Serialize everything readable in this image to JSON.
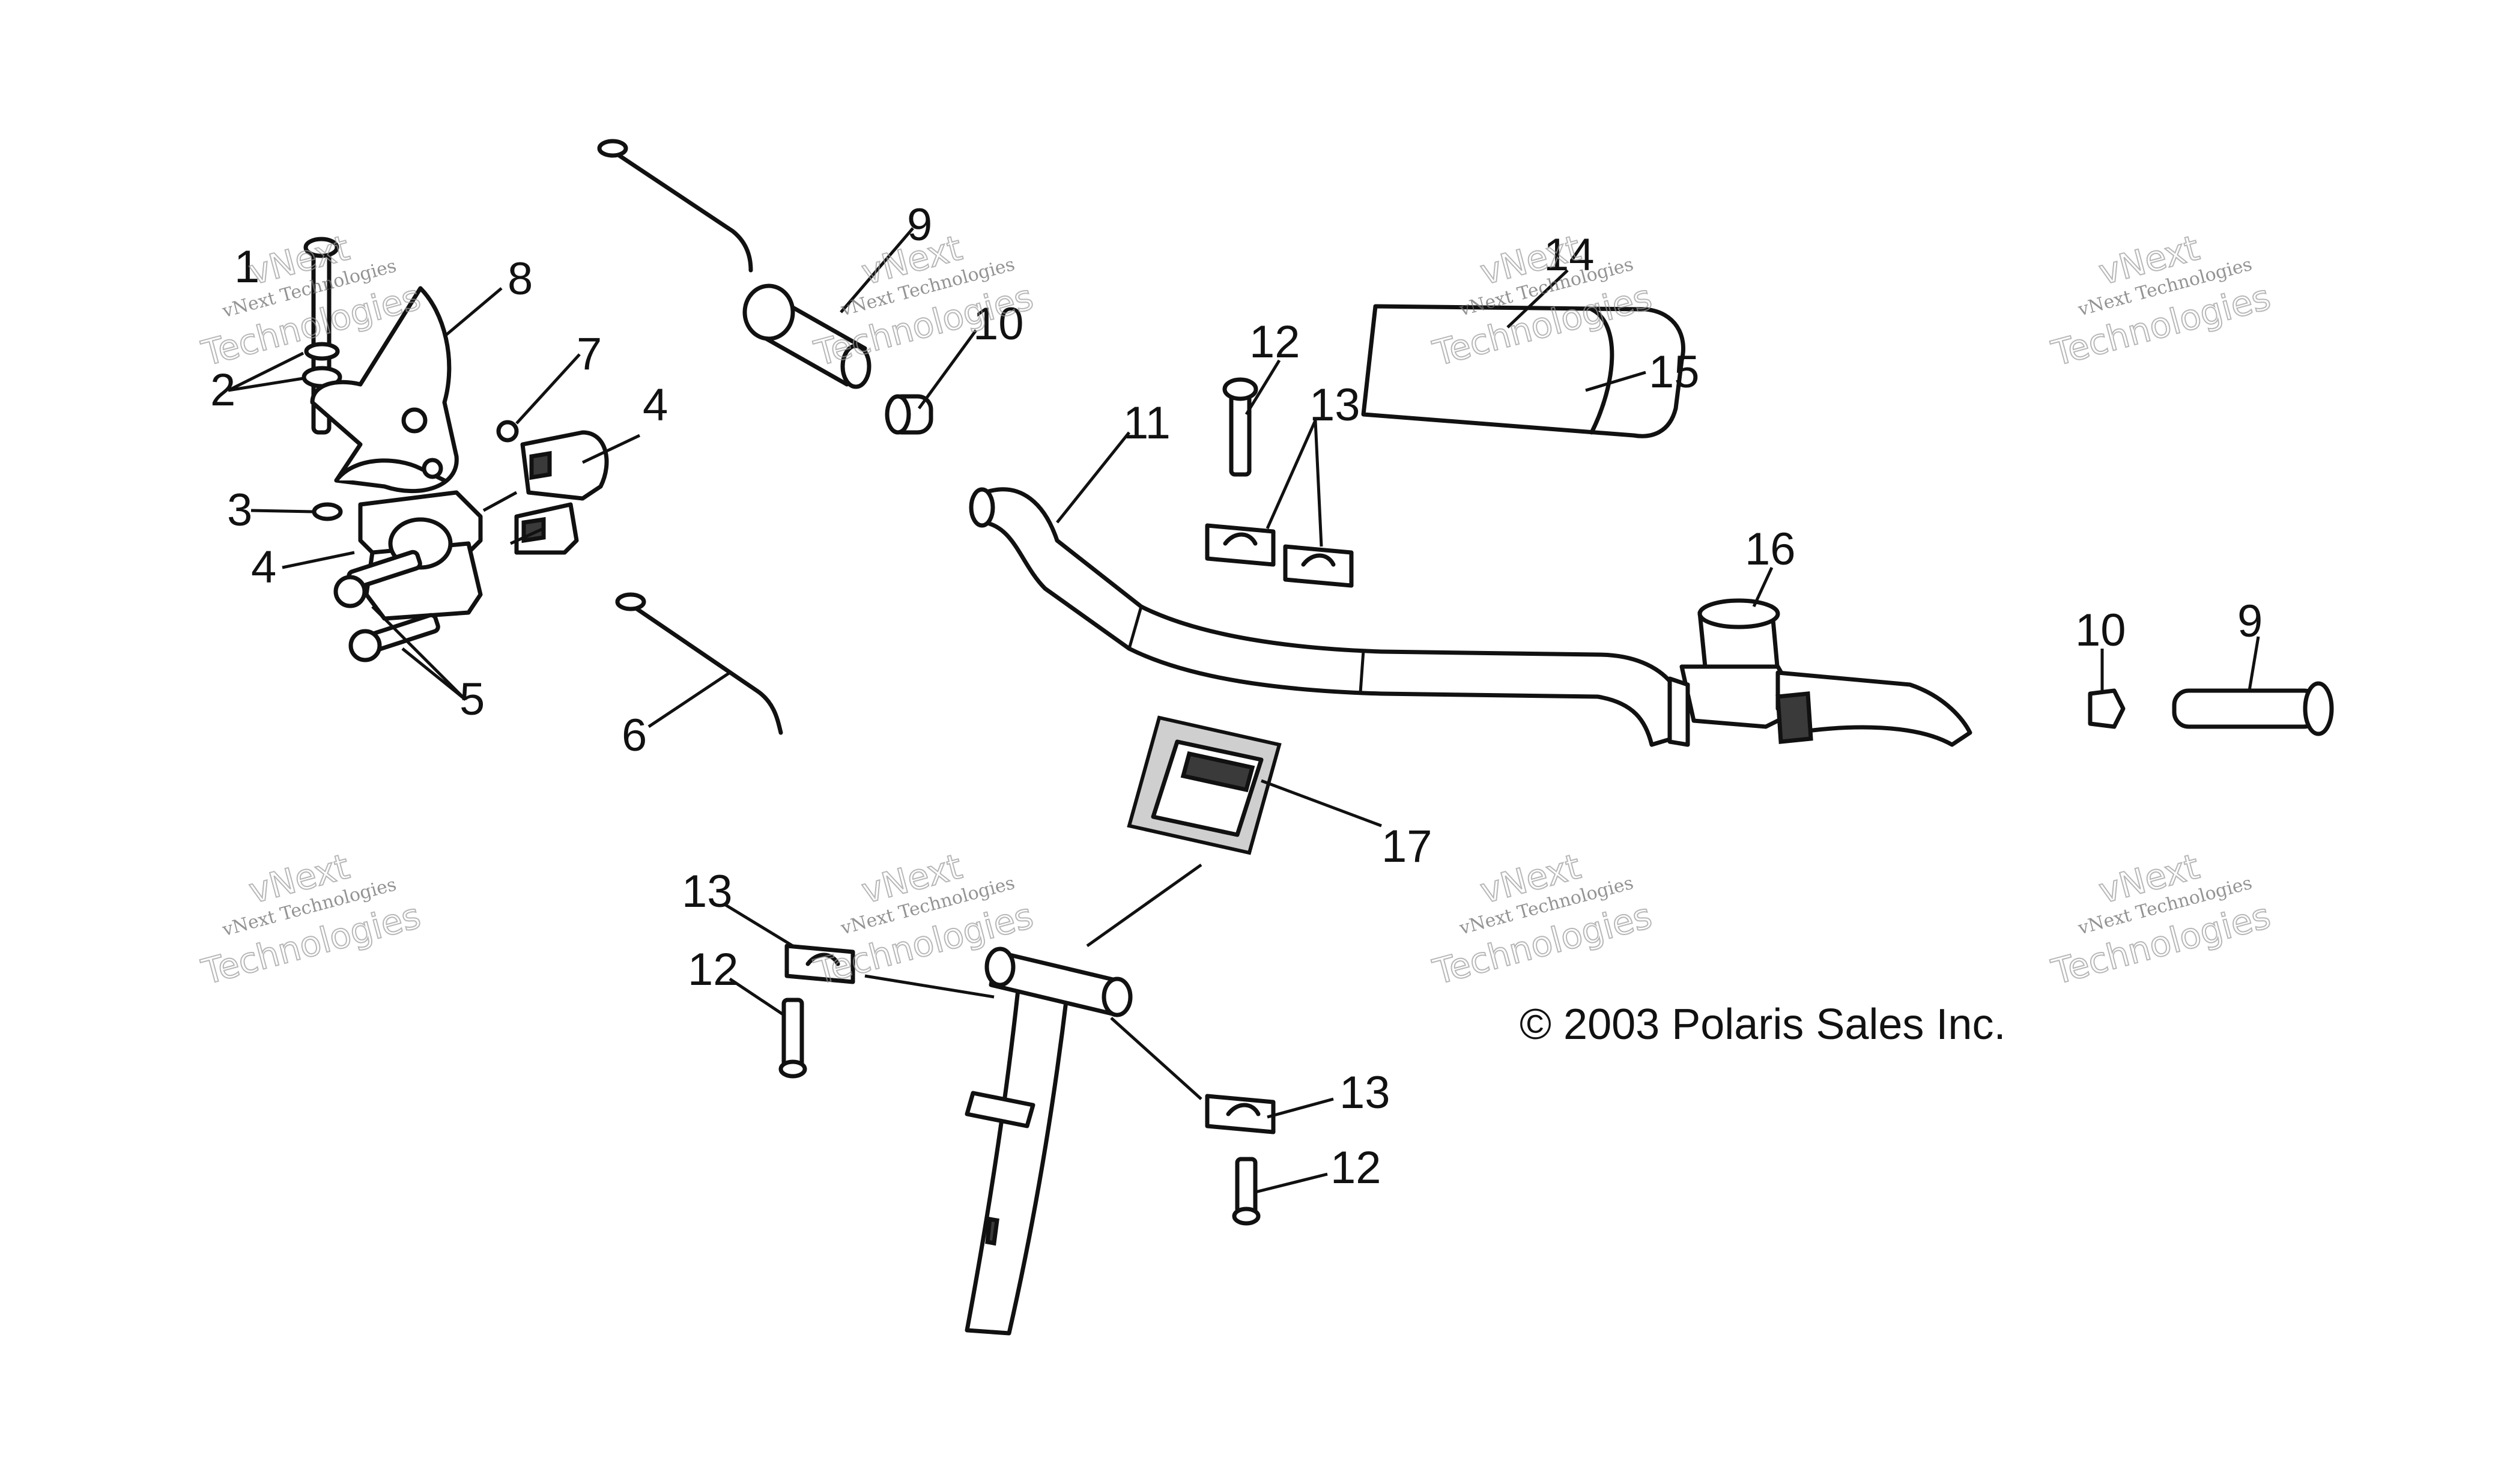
{
  "callouts": {
    "c1": "1",
    "c2": "2",
    "c3": "3",
    "c4a": "4",
    "c4b": "4",
    "c5": "5",
    "c6": "6",
    "c7": "7",
    "c8": "8",
    "c9a": "9",
    "c9b": "9",
    "c10a": "10",
    "c10b": "10",
    "c11": "11",
    "c12a": "12",
    "c12b": "12",
    "c12c": "12",
    "c13a": "13",
    "c13b": "13",
    "c13c": "13",
    "c14": "14",
    "c15": "15",
    "c16": "16",
    "c17": "17"
  },
  "copyright": "© 2003 Polaris Sales Inc.",
  "watermark": {
    "line1": "vNext Technologies",
    "line2": "vNext",
    "line3": "Technologies"
  }
}
